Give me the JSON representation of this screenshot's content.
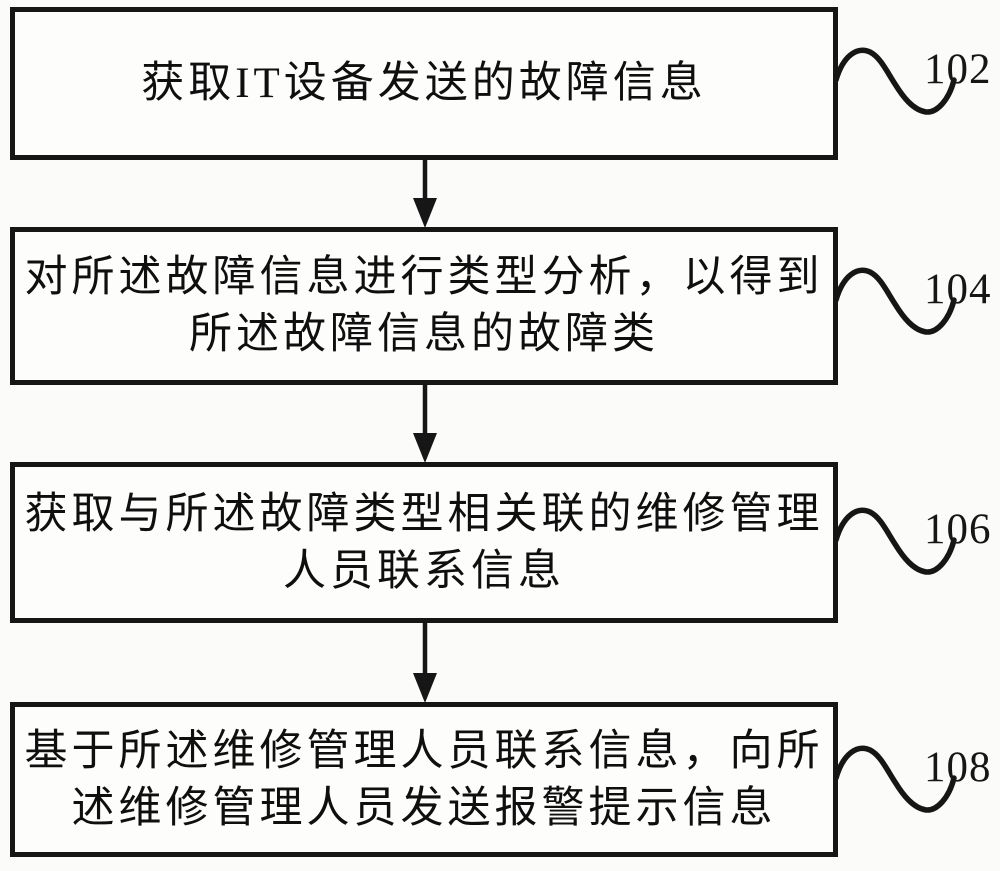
{
  "figure": {
    "type": "flowchart",
    "background": "#fcfcfb",
    "ink": "#161616",
    "steps": [
      {
        "ref": "102",
        "lines": [
          "获取IT设备发送的故障信息"
        ]
      },
      {
        "ref": "104",
        "lines": [
          "对所述故障信息进行类型分析，以得到",
          "所述故障信息的故障类"
        ]
      },
      {
        "ref": "106",
        "lines": [
          "获取与所述故障类型相关联的维修管理",
          "人员联系信息"
        ]
      },
      {
        "ref": "108",
        "lines": [
          "基于所述维修管理人员联系信息，向所",
          "述维修管理人员发送报警提示信息"
        ]
      }
    ]
  }
}
